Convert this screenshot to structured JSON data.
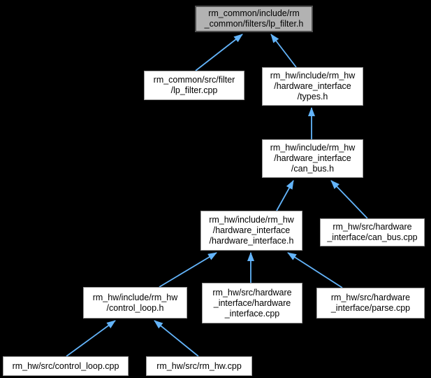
{
  "diagram": {
    "kind": "included-by dependency graph",
    "root_file": "rm_common/include/rm_common/filters/lp_filter.h",
    "colors": {
      "background": "#000000",
      "node_fill": "#ffffff",
      "node_border": "#9d9d9d",
      "root_node_fill": "#b2b2b2",
      "root_node_border": "#4f4f4f",
      "edge": "#63b4fa",
      "text": "#000000"
    },
    "nodes": [
      {
        "id": "lp_filter_h",
        "label": "rm_common/include/rm\n_common/filters/lp_filter.h",
        "highlighted": true
      },
      {
        "id": "lp_filter_cpp",
        "label": "rm_common/src/filter\n/lp_filter.cpp",
        "highlighted": false
      },
      {
        "id": "types_h",
        "label": "rm_hw/include/rm_hw\n/hardware_interface\n/types.h",
        "highlighted": false
      },
      {
        "id": "can_bus_h",
        "label": "rm_hw/include/rm_hw\n/hardware_interface\n/can_bus.h",
        "highlighted": false
      },
      {
        "id": "hardware_interface_h",
        "label": "rm_hw/include/rm_hw\n/hardware_interface\n/hardware_interface.h",
        "highlighted": false
      },
      {
        "id": "can_bus_cpp",
        "label": "rm_hw/src/hardware\n_interface/can_bus.cpp",
        "highlighted": false
      },
      {
        "id": "control_loop_h",
        "label": "rm_hw/include/rm_hw\n/control_loop.h",
        "highlighted": false
      },
      {
        "id": "hardware_interface_cpp",
        "label": "rm_hw/src/hardware\n_interface/hardware\n_interface.cpp",
        "highlighted": false
      },
      {
        "id": "parse_cpp",
        "label": "rm_hw/src/hardware\n_interface/parse.cpp",
        "highlighted": false
      },
      {
        "id": "control_loop_cpp",
        "label": "rm_hw/src/control_loop.cpp",
        "highlighted": false
      },
      {
        "id": "rm_hw_cpp",
        "label": "rm_hw/src/rm_hw.cpp",
        "highlighted": false
      }
    ],
    "edges": [
      {
        "from": "lp_filter_cpp",
        "to": "lp_filter_h"
      },
      {
        "from": "types_h",
        "to": "lp_filter_h"
      },
      {
        "from": "can_bus_h",
        "to": "types_h"
      },
      {
        "from": "hardware_interface_h",
        "to": "can_bus_h"
      },
      {
        "from": "can_bus_cpp",
        "to": "can_bus_h"
      },
      {
        "from": "control_loop_h",
        "to": "hardware_interface_h"
      },
      {
        "from": "hardware_interface_cpp",
        "to": "hardware_interface_h"
      },
      {
        "from": "parse_cpp",
        "to": "hardware_interface_h"
      },
      {
        "from": "control_loop_cpp",
        "to": "control_loop_h"
      },
      {
        "from": "rm_hw_cpp",
        "to": "control_loop_h"
      }
    ]
  }
}
